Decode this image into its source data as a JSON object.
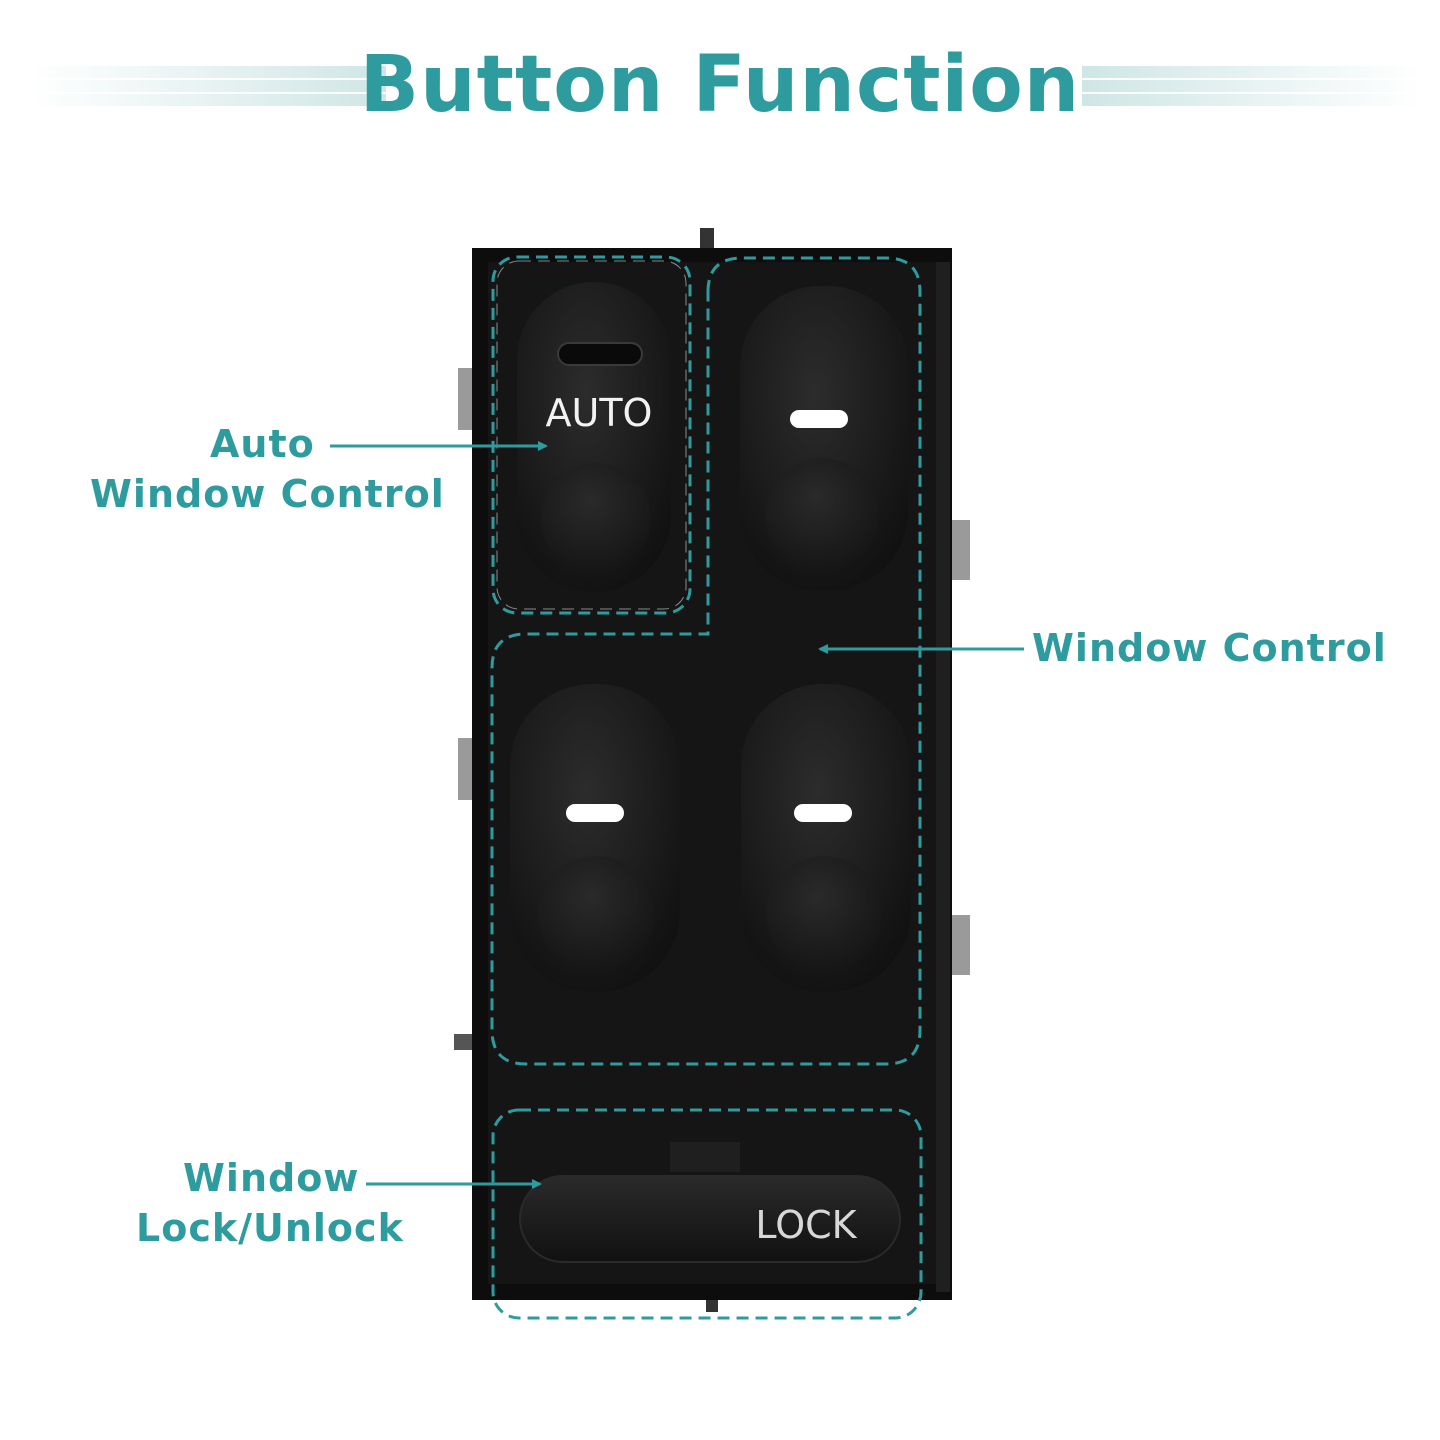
{
  "title": "Button Function",
  "colors": {
    "accent": "#2e9c9e",
    "accent_soft": "#cfe6e6",
    "body": "#0d0d0d",
    "button": "#1b1b1b",
    "clip_metal": "#9a9a9a"
  },
  "callouts": {
    "auto": {
      "line1": "Auto",
      "line2": "Window Control"
    },
    "window": {
      "line1": "Window Control"
    },
    "lock": {
      "line1": "Window",
      "line2": "Lock/Unlock"
    }
  },
  "buttons": {
    "auto_label": "AUTO",
    "lock_label": "LOCK"
  },
  "icons": [
    "arrow-right-icon",
    "arrow-left-icon"
  ]
}
